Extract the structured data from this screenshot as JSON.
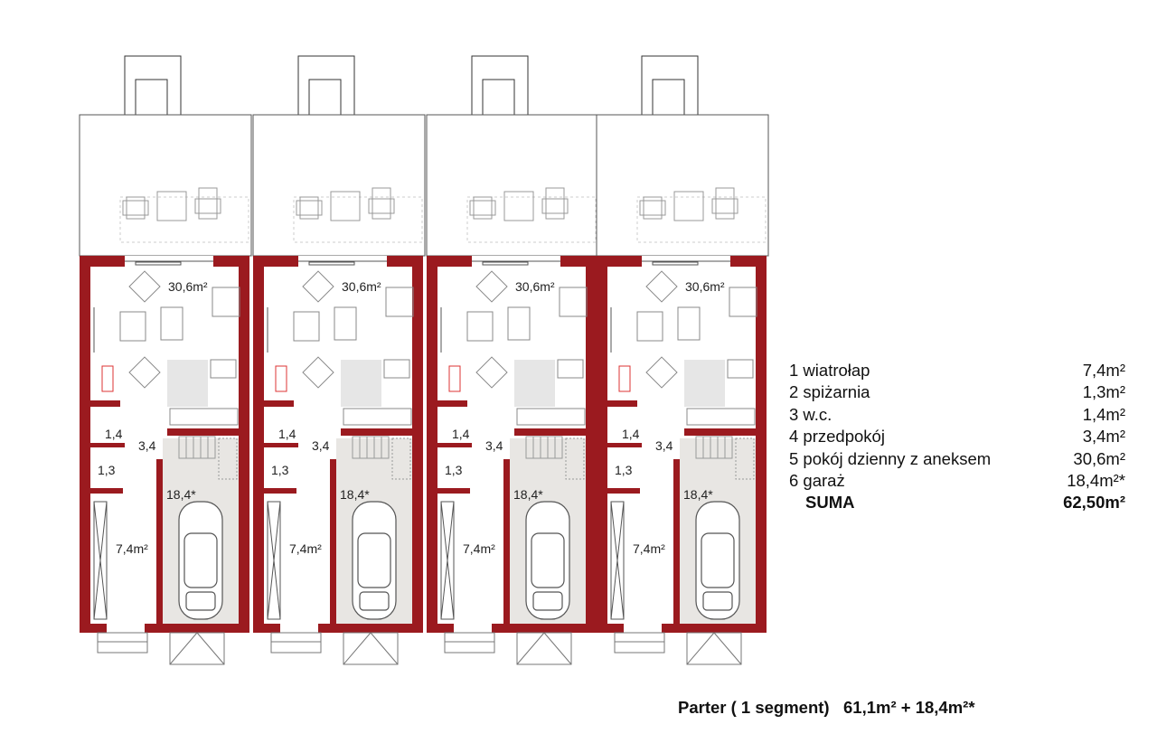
{
  "segment_labels": {
    "living": "30,6m²",
    "wc": "1,4",
    "hall": "3,4",
    "pantry": "1,3",
    "garage": "18,4*",
    "vestibule": "7,4m²"
  },
  "legend": {
    "rows": [
      {
        "name": "1 wiatrołap",
        "area": "7,4m²"
      },
      {
        "name": "2 spiżarnia",
        "area": "1,3m²"
      },
      {
        "name": "3 w.c.",
        "area": "1,4m²"
      },
      {
        "name": "4 przedpokój",
        "area": "3,4m²"
      },
      {
        "name": "5 pokój dzienny z aneksem",
        "area": "30,6m²"
      },
      {
        "name": "6 garaż",
        "area": "18,4m²*"
      }
    ],
    "sum_label": "SUMA",
    "sum_value": "62,50m²"
  },
  "caption": {
    "label": "Parter ( 1 segment)",
    "areas": "61,1m² + 18,4m²*"
  },
  "colors": {
    "wall": "#9b1a1f",
    "garage_floor": "#e8e6e3",
    "line": "#9a9a9a"
  }
}
